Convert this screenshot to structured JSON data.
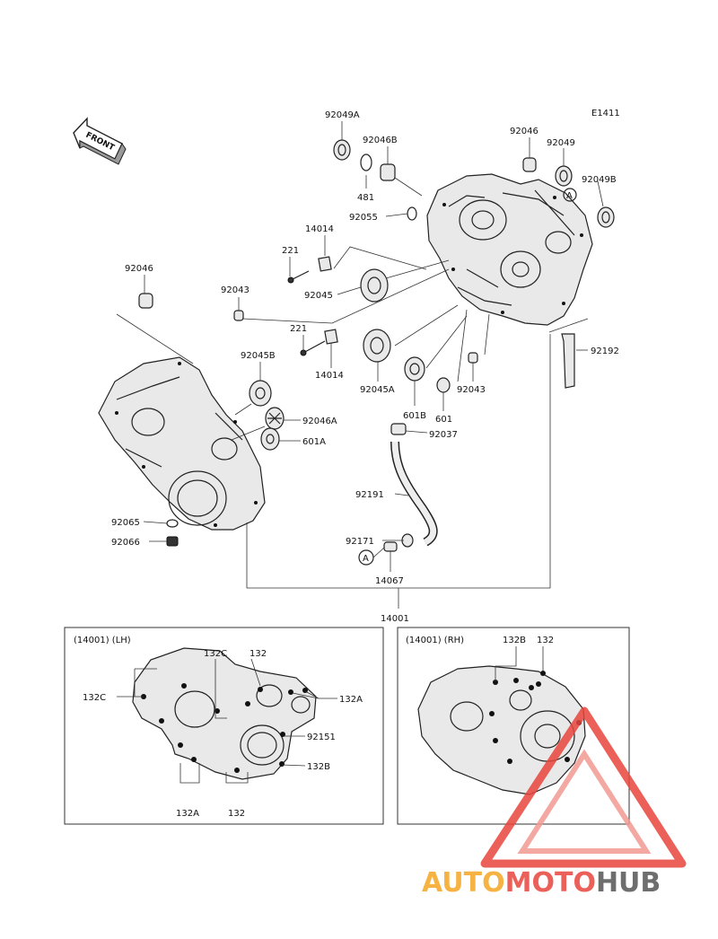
{
  "figure_code": "E1411",
  "front_label": "FRONT",
  "labels": {
    "p92049A": "92049A",
    "p92046B": "92046B",
    "p481": "481",
    "p92055": "92055",
    "p92046_top": "92046",
    "p92049": "92049",
    "p92049B": "92049B",
    "pA_circle_top": "A",
    "p14014_top": "14014",
    "p221_top": "221",
    "p92046_left": "92046",
    "p92043_left": "92043",
    "p92045": "92045",
    "p221_mid": "221",
    "p14014_mid": "14014",
    "p92045B": "92045B",
    "p92045A": "92045A",
    "p601B": "601B",
    "p601": "601",
    "p92043_right": "92043",
    "p92192": "92192",
    "p92046A": "92046A",
    "p601A": "601A",
    "p92037": "92037",
    "p92191": "92191",
    "p92065": "92065",
    "p92066": "92066",
    "p92171": "92171",
    "pA_circle_bottom": "A",
    "p14067": "14067",
    "p14001": "14001"
  },
  "lh_box": {
    "title": "(14001) (LH)",
    "l132C_a": "132C",
    "l132_a": "132",
    "l132C_b": "132C",
    "l132A_a": "132A",
    "l92151": "92151",
    "l132B": "132B",
    "l132A_b": "132A",
    "l132_b": "132"
  },
  "rh_box": {
    "title": "(14001) (RH)",
    "l132B": "132B",
    "l132": "132"
  },
  "watermark": {
    "part1": "AUTO",
    "part2": "MOTO",
    "part3": "HUB",
    "color_orange": "#f5a623",
    "color_red": "#e8453c",
    "color_grey": "#555555"
  }
}
